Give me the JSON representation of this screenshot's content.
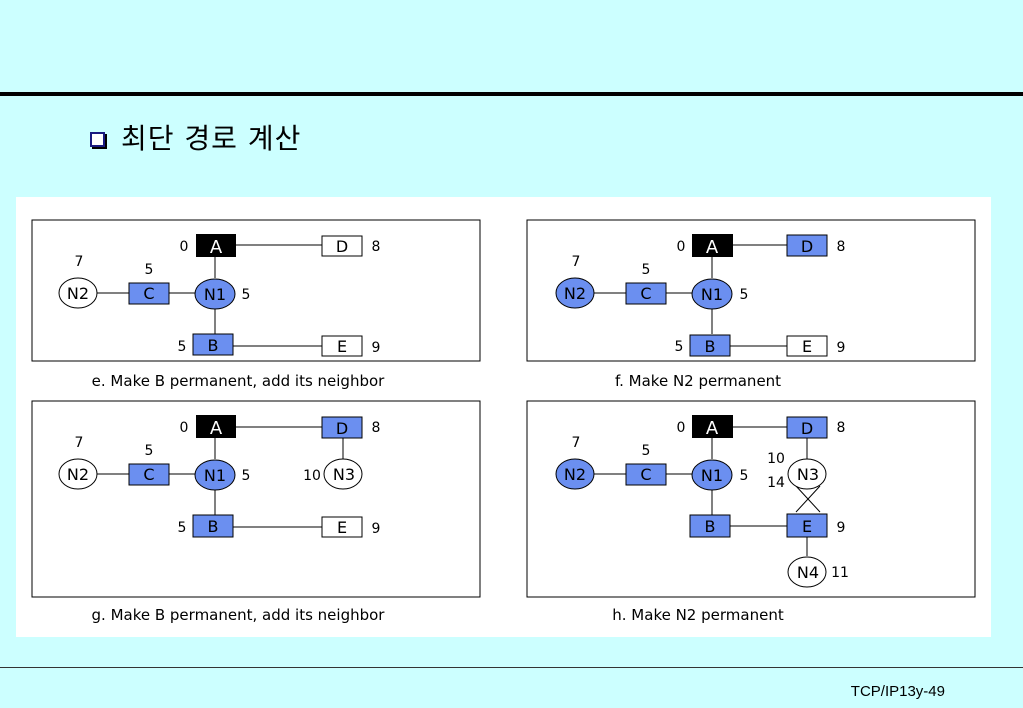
{
  "title": "최단 경로 계산",
  "footer": "TCP/IP13y-49",
  "colors": {
    "background": "#ccffff",
    "node_fill": "#6b8ff0",
    "source_fill": "#000000",
    "white": "#ffffff"
  },
  "panels": [
    {
      "caption": "e. Make B permanent, add its neighbor",
      "nodes": {
        "A": "A",
        "D": "D",
        "N2": "N2",
        "C": "C",
        "N1": "N1",
        "B": "B",
        "E": "E"
      },
      "labels": {
        "A": "0",
        "D": "8",
        "N2": "7",
        "C": "5",
        "N1": "5",
        "B": "5",
        "E": "9"
      }
    },
    {
      "caption": "f. Make N2 permanent",
      "nodes": {
        "A": "A",
        "D": "D",
        "N2": "N2",
        "C": "C",
        "N1": "N1",
        "B": "B",
        "E": "E"
      },
      "labels": {
        "A": "0",
        "D": "8",
        "N2": "7",
        "C": "5",
        "N1": "5",
        "B": "5",
        "E": "9"
      }
    },
    {
      "caption": "g. Make B permanent, add its neighbor",
      "nodes": {
        "A": "A",
        "D": "D",
        "N2": "N2",
        "C": "C",
        "N1": "N1",
        "N3": "N3",
        "B": "B",
        "E": "E"
      },
      "labels": {
        "A": "0",
        "D": "8",
        "N2": "7",
        "C": "5",
        "N1": "5",
        "N3": "10",
        "B": "5",
        "E": "9"
      }
    },
    {
      "caption": "h. Make N2 permanent",
      "nodes": {
        "A": "A",
        "D": "D",
        "N2": "N2",
        "C": "C",
        "N1": "N1",
        "N3": "N3",
        "B": "B",
        "E": "E",
        "N4": "N4"
      },
      "labels": {
        "A": "0",
        "D": "8",
        "N2": "7",
        "C": "5",
        "N1": "5",
        "N3_a": "10",
        "N3_b": "14",
        "E": "9",
        "N4": "11"
      }
    }
  ]
}
